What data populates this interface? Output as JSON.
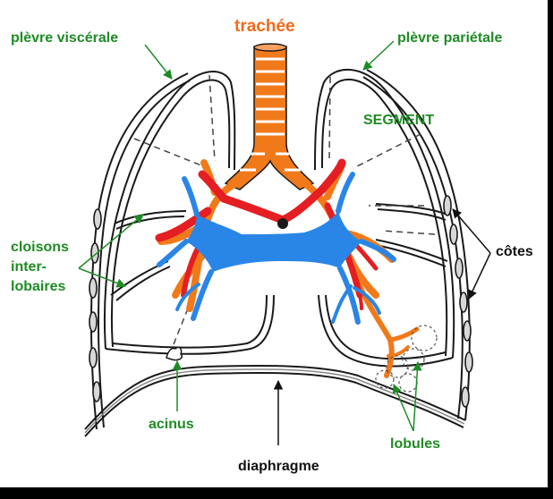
{
  "diagram": {
    "subject": "Anatomie des poumons",
    "colors": {
      "label_green": "#1e8c24",
      "label_orange": "#f06a1c",
      "label_black": "#111111",
      "trachea_orange": "#f07a1a",
      "artery_red": "#e41e22",
      "vein_blue": "#2a86e6",
      "outline": "#1a1a1a",
      "frame_black": "#000000"
    },
    "labels": {
      "trachea": "trachée",
      "visceral_pleura": "plèvre viscérale",
      "parietal_pleura": "plèvre pariétale",
      "segment": "SEGMENT",
      "interlobar_septa": [
        "cloisons",
        "inter-",
        "lobaires"
      ],
      "ribs": "côtes",
      "acinus": "acinus",
      "lobules": "lobules",
      "diaphragm": "diaphragme"
    }
  }
}
